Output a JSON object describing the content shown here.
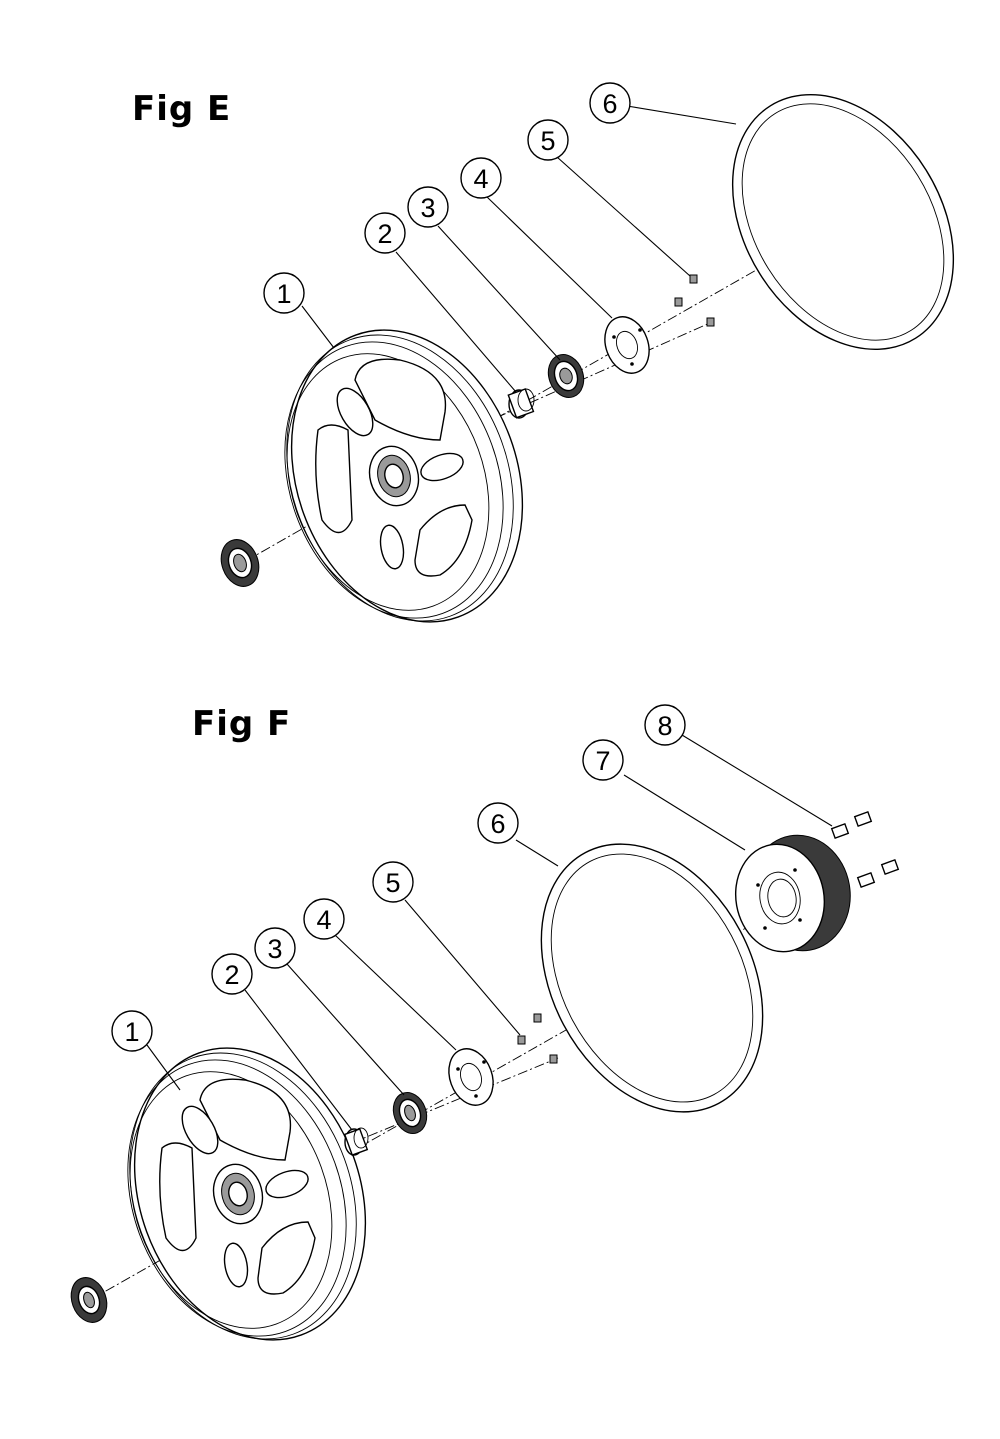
{
  "figures": [
    {
      "title": "Fig E",
      "callouts": [
        {
          "label": "1"
        },
        {
          "label": "2"
        },
        {
          "label": "3"
        },
        {
          "label": "4"
        },
        {
          "label": "5"
        },
        {
          "label": "6"
        }
      ]
    },
    {
      "title": "Fig F",
      "callouts": [
        {
          "label": "1"
        },
        {
          "label": "2"
        },
        {
          "label": "3"
        },
        {
          "label": "4"
        },
        {
          "label": "5"
        },
        {
          "label": "6"
        },
        {
          "label": "7"
        },
        {
          "label": "8"
        }
      ]
    }
  ]
}
